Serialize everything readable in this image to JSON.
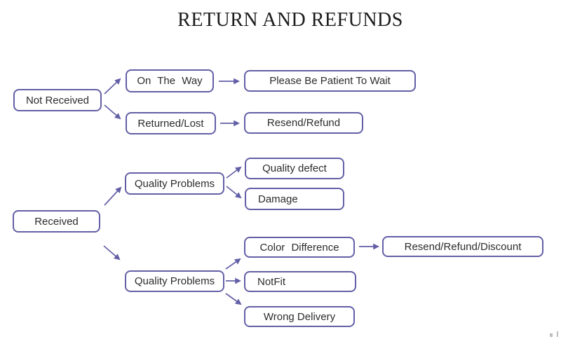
{
  "title": "RETURN AND REFUNDS",
  "colors": {
    "accent": "#635fa7",
    "text": "#2c2c2c",
    "title": "#1b1b1b",
    "background": "#ffffff"
  },
  "nodes": {
    "not_received": "Not Received",
    "on_the_way": "On The Way",
    "please_wait": "Please Be Patient To Wait",
    "returned_lost": "Returned/Lost",
    "resend_refund": "Resend/Refund",
    "quality_problems_1": "Quality Problems",
    "quality_defect": "Quality defect",
    "damage": "Damage",
    "received": "Received",
    "color_difference": "Color Difference",
    "resend_refund_discount": "Resend/Refund/Discount",
    "quality_problems_2": "Quality Problems",
    "notfit": "NotFit",
    "wrong_delivery": "Wrong Delivery"
  },
  "edges": [
    {
      "from": "not_received",
      "to": "on_the_way"
    },
    {
      "from": "not_received",
      "to": "returned_lost"
    },
    {
      "from": "on_the_way",
      "to": "please_wait"
    },
    {
      "from": "returned_lost",
      "to": "resend_refund"
    },
    {
      "from": "received",
      "to": "quality_problems_1"
    },
    {
      "from": "quality_problems_1",
      "to": "quality_defect"
    },
    {
      "from": "quality_problems_1",
      "to": "damage"
    },
    {
      "from": "received",
      "to": "quality_problems_2"
    },
    {
      "from": "quality_problems_2",
      "to": "color_difference"
    },
    {
      "from": "quality_problems_2",
      "to": "notfit"
    },
    {
      "from": "quality_problems_2",
      "to": "wrong_delivery"
    },
    {
      "from": "color_difference",
      "to": "resend_refund_discount"
    }
  ]
}
